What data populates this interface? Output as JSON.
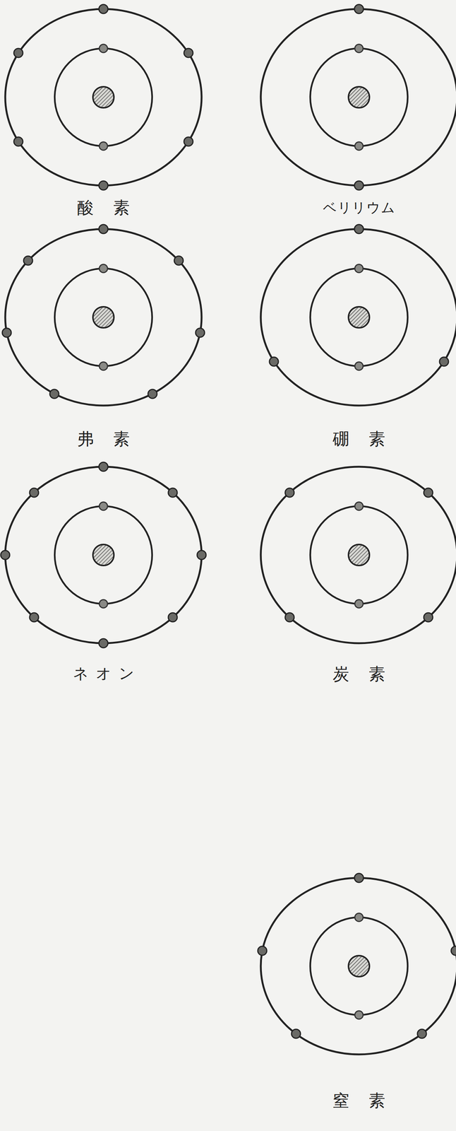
{
  "diagram": {
    "labels": [
      "酸素",
      "ベリリウム",
      "弗素",
      "硼素",
      "ネオン",
      "炭素",
      "窒素"
    ]
  }
}
